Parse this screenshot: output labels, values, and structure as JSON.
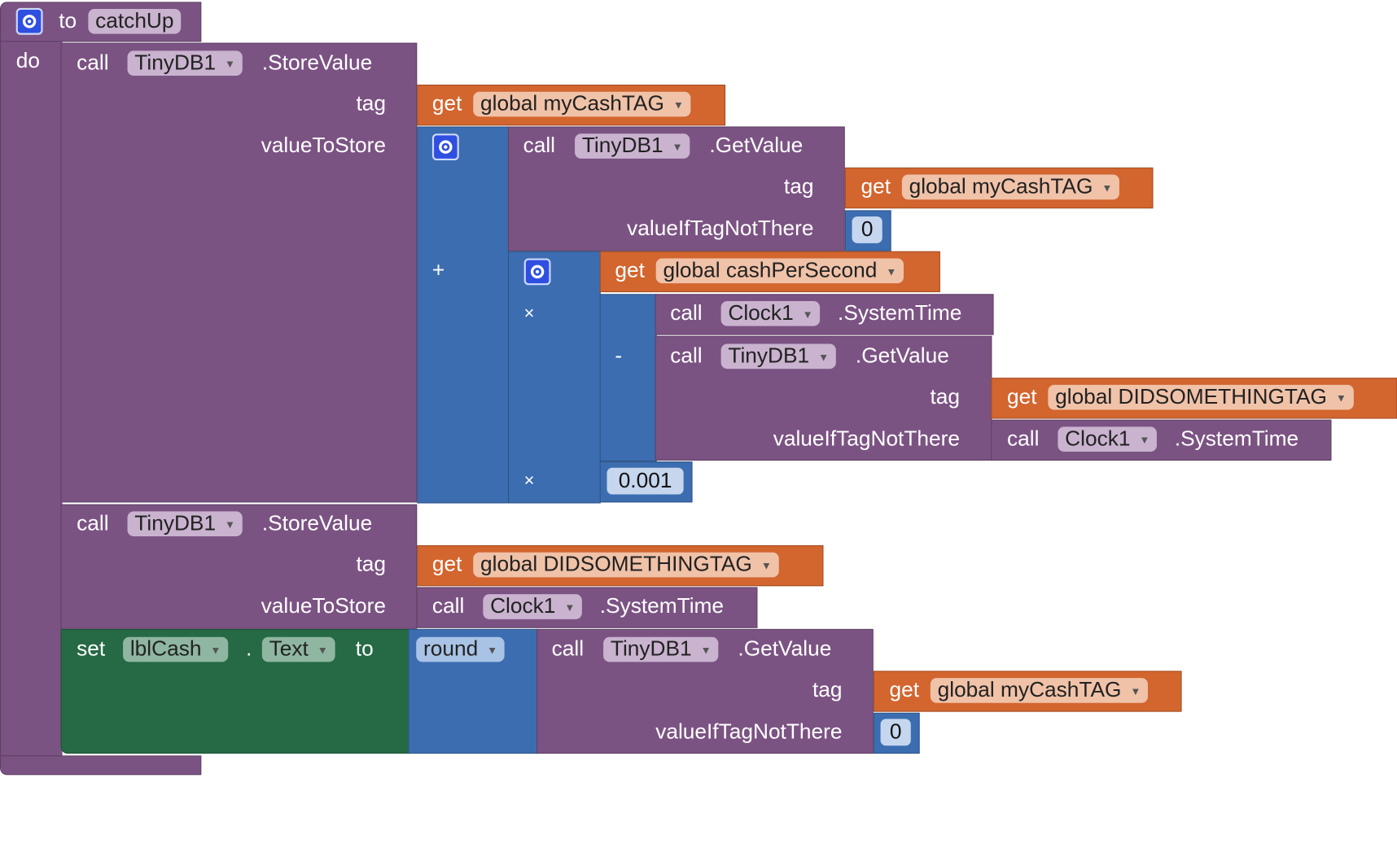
{
  "procedure": {
    "to_label": "to",
    "name": "catchUp",
    "do_label": "do"
  },
  "labels": {
    "call": "call",
    "get": "get",
    "set": "set",
    "to": "to",
    "tag": "tag",
    "valueToStore": "valueToStore",
    "valueIfTagNotThere": "valueIfTagNotThere",
    "plus": "+",
    "times": "×",
    "minus": "-",
    "dot": ".",
    "storeValue": ".StoreValue",
    "getValue": ".GetValue",
    "systemTime": ".SystemTime"
  },
  "components": {
    "tinydb": "TinyDB1",
    "clock": "Clock1",
    "label": "lblCash",
    "property": "Text"
  },
  "variables": {
    "cash_tag": "global myCashTAG",
    "cash_per_second": "global cashPerSecond",
    "did_something_tag": "global DIDSOMETHINGTAG"
  },
  "math": {
    "round": "round",
    "default_zero": "0",
    "multiplier": "0.001"
  },
  "colors": {
    "procedure": "#7b5383",
    "math": "#3c6db0",
    "variable": "#d3652f",
    "setter": "#256a44"
  },
  "icons": {
    "mutator": "gear-icon",
    "dropdown": "triangle-down-icon"
  }
}
